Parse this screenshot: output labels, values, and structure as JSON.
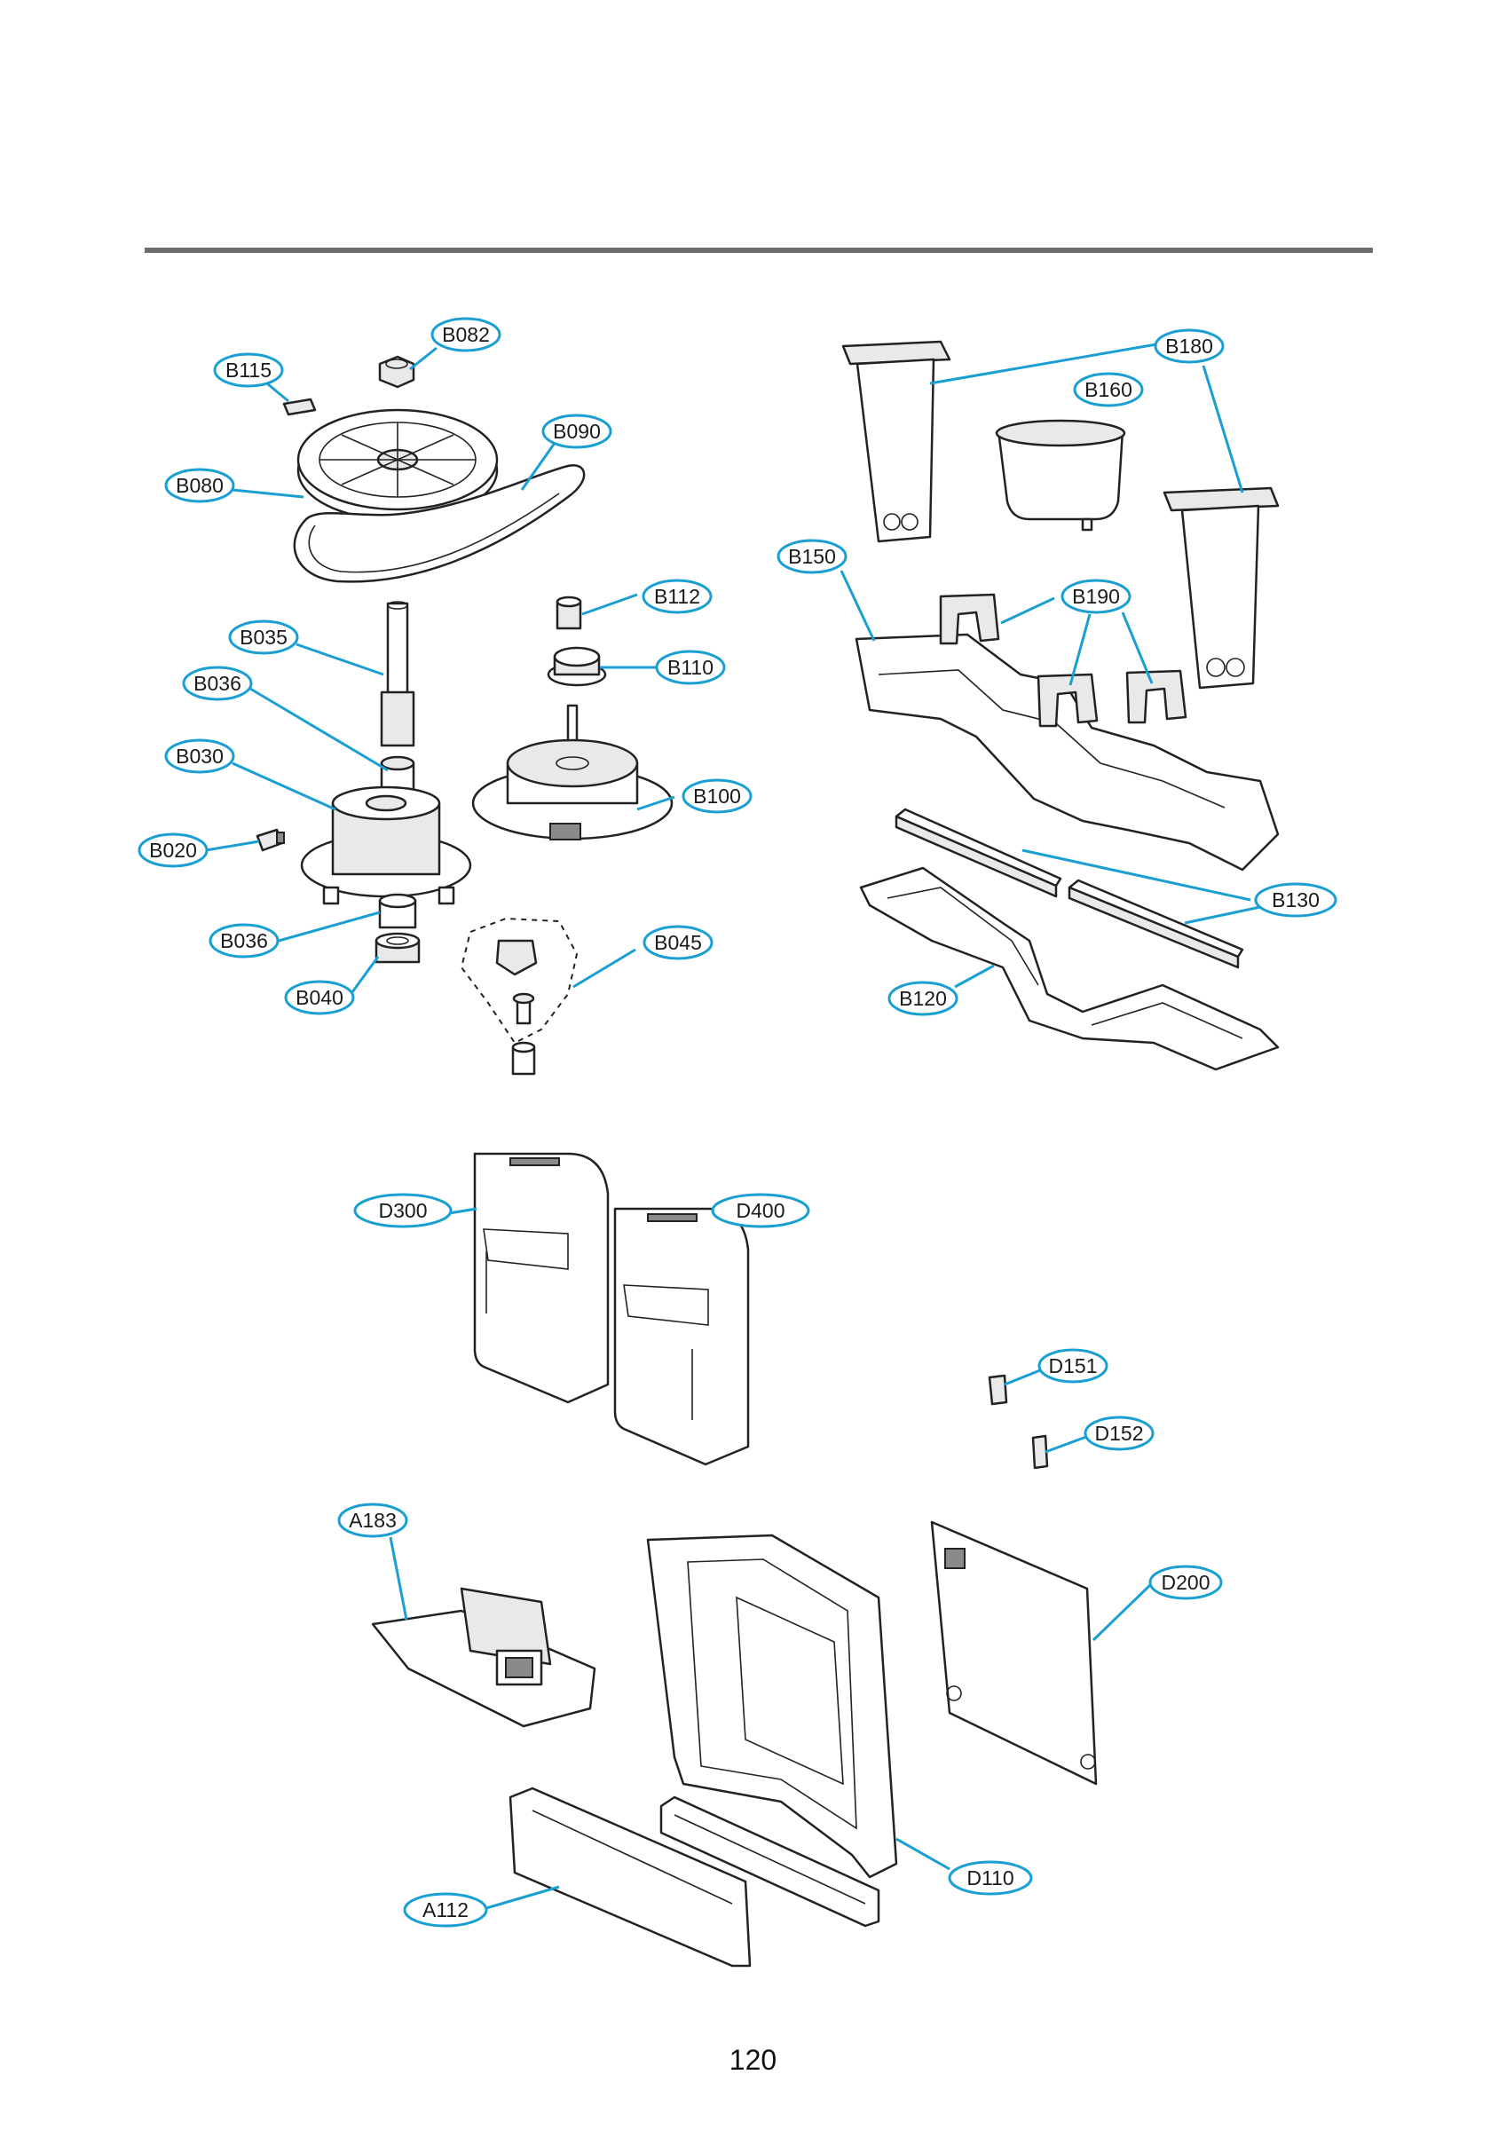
{
  "page": {
    "number": "120"
  },
  "callouts": {
    "B082": "B082",
    "B115": "B115",
    "B090": "B090",
    "B080": "B080",
    "B035": "B035",
    "B036a": "B036",
    "B030": "B030",
    "B020": "B020",
    "B036b": "B036",
    "B040": "B040",
    "B112": "B112",
    "B110": "B110",
    "B100": "B100",
    "B045": "B045",
    "B180": "B180",
    "B160": "B160",
    "B150": "B150",
    "B190": "B190",
    "B130": "B130",
    "B120": "B120",
    "D300": "D300",
    "D400": "D400",
    "D151": "D151",
    "D152": "D152",
    "A183": "A183",
    "D200": "D200",
    "D110": "D110",
    "A112": "A112"
  },
  "colors": {
    "callout_stroke": "#1a9fd3",
    "rule": "#6d6d6d"
  }
}
